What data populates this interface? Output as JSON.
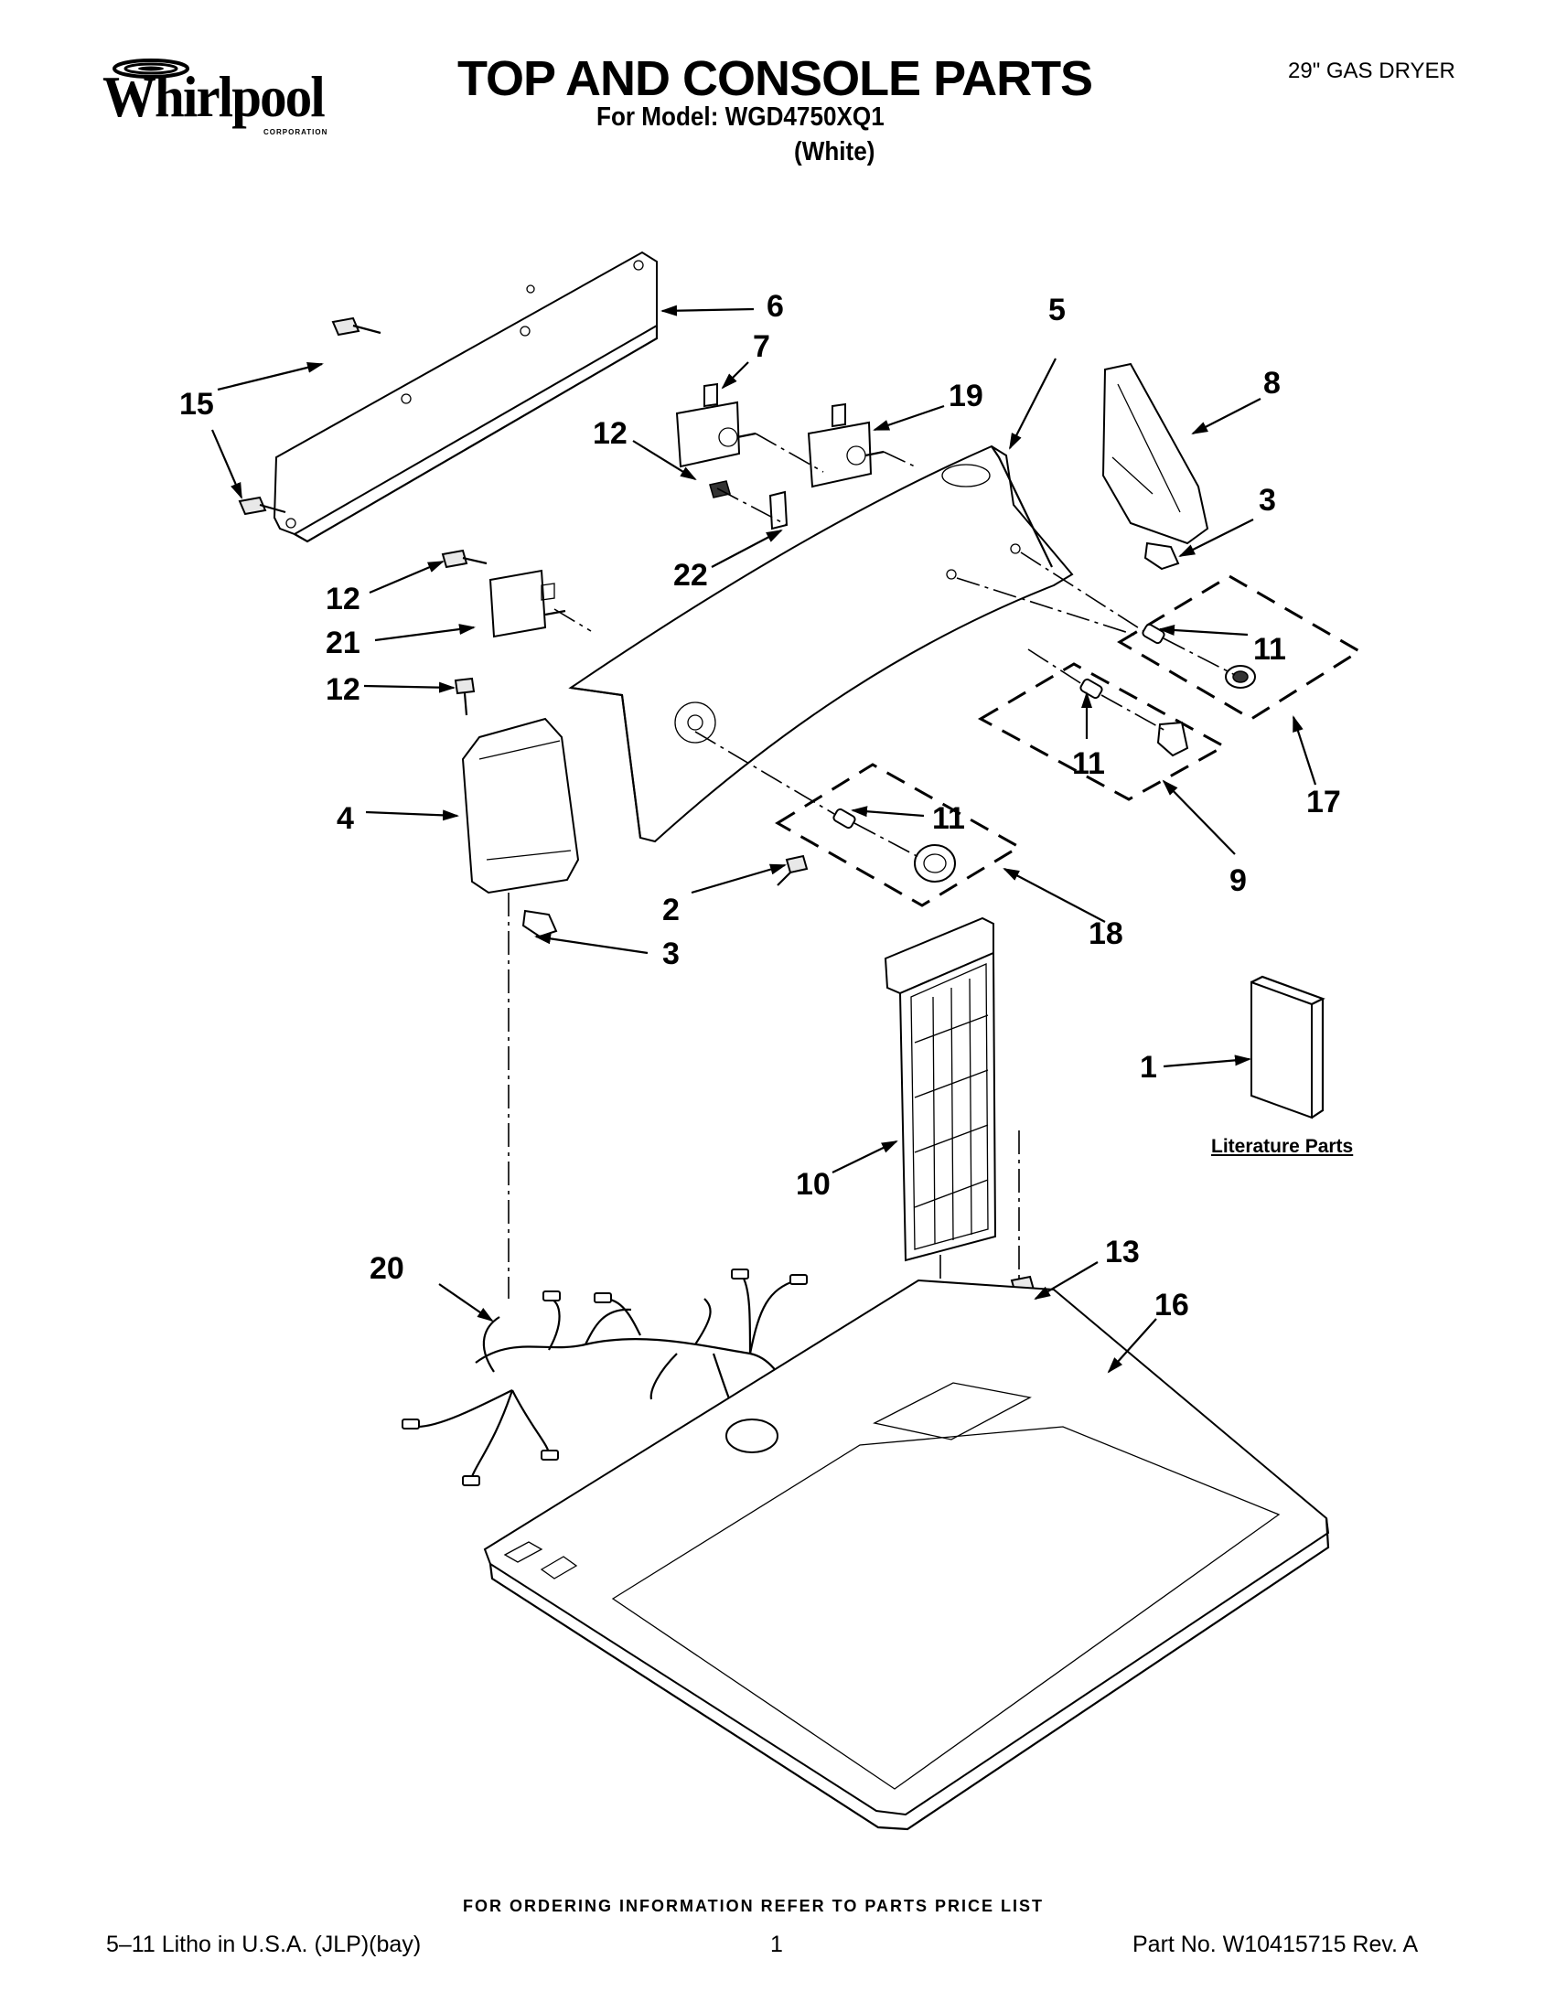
{
  "header": {
    "brand": "Whirlpool",
    "brand_sub": "CORPORATION",
    "title": "TOP AND CONSOLE PARTS",
    "model_line": "For Model: WGD4750XQ1",
    "color_line": "(White)",
    "product": "29\" GAS DRYER"
  },
  "diagram": {
    "callouts": [
      "6",
      "7",
      "5",
      "19",
      "15",
      "12",
      "8",
      "3",
      "22",
      "12",
      "21",
      "11",
      "12",
      "4",
      "11",
      "17",
      "11",
      "2",
      "3",
      "18",
      "9",
      "1",
      "10",
      "13",
      "20",
      "16"
    ],
    "literature_label": "Literature Parts"
  },
  "footer": {
    "ordering_note": "FOR ORDERING INFORMATION REFER TO PARTS PRICE LIST",
    "litho": "5–11 Litho in U.S.A. (JLP)(bay)",
    "page_number": "1",
    "part_number": "Part No. W10415715 Rev. A"
  },
  "colors": {
    "ink": "#000000",
    "paper": "#ffffff"
  },
  "icons": [
    "whirlpool-logo-icon",
    "arrow-icon"
  ]
}
